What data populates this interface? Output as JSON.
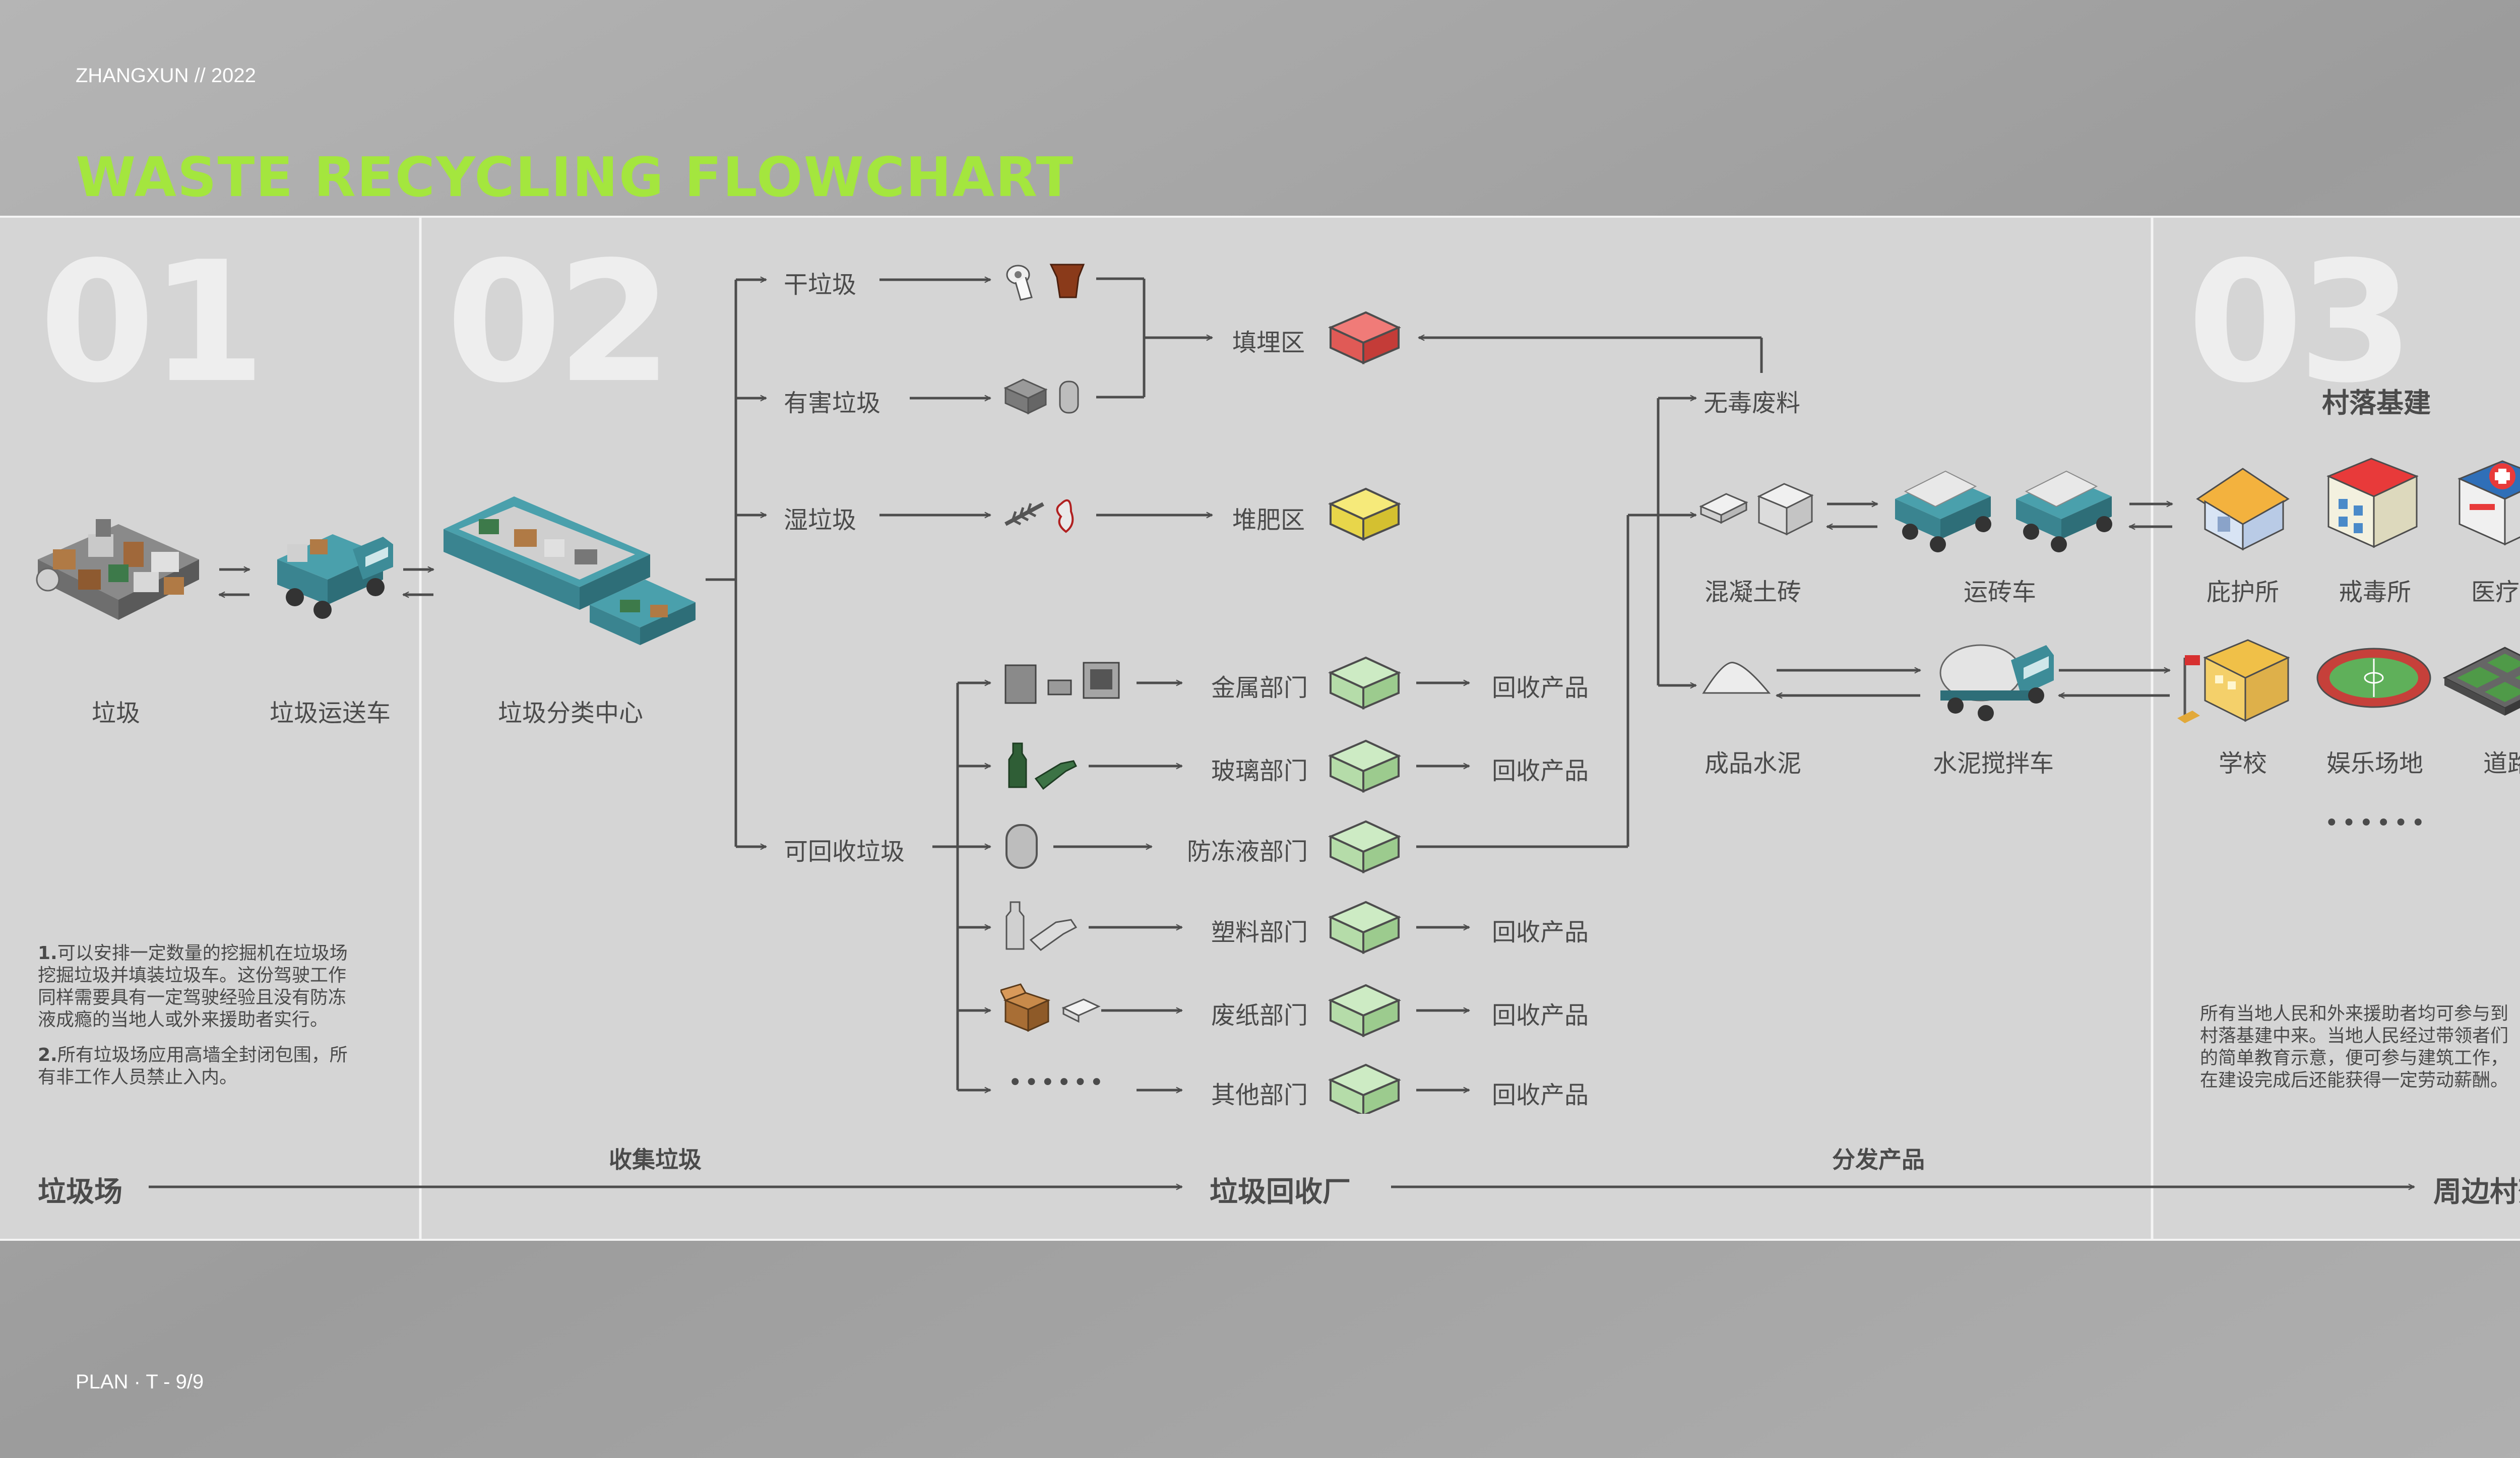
{
  "header": {
    "credit": "ZHANGXUN // 2022",
    "title": "WASTE RECYCLING FLOWCHART"
  },
  "footer": {
    "page": "PLAN · T - 9/9"
  },
  "colors": {
    "accent": "#a4e63e",
    "panel": "#d4d4d4",
    "line": "#4d4d4d",
    "teal": "#3d8c98"
  },
  "sections": {
    "s1": "01",
    "s2": "02",
    "s3": "03"
  },
  "stage1": {
    "garbage": "垃圾",
    "truck": "垃圾运送车",
    "center": "垃圾分类中心"
  },
  "categories": {
    "dry": "干垃圾",
    "hazardous": "有害垃圾",
    "wet": "湿垃圾",
    "recyclable": "可回收垃圾"
  },
  "zones": {
    "landfill": "填埋区",
    "compost": "堆肥区"
  },
  "departments": [
    {
      "name": "金属部门",
      "output": "回收产品"
    },
    {
      "name": "玻璃部门",
      "output": "回收产品"
    },
    {
      "name": "防冻液部门",
      "output": ""
    },
    {
      "name": "塑料部门",
      "output": "回收产品"
    },
    {
      "name": "废纸部门",
      "output": "回收产品"
    },
    {
      "name": "其他部门",
      "output": "回收产品"
    }
  ],
  "ellipsis": "••••••",
  "products": {
    "nontoxic": "无毒废料",
    "brick": "混凝土砖",
    "brick_truck": "运砖车",
    "cement": "成品水泥",
    "mixer": "水泥搅拌车"
  },
  "village": {
    "title": "村落基建",
    "buildings": [
      "庇护所",
      "戒毒所",
      "医疗所",
      "学校",
      "娱乐场地",
      "道路"
    ],
    "more": "••••••"
  },
  "notes": {
    "left1_num": "1.",
    "left1_lines": [
      "可以安排一定数量的挖掘机在垃圾场",
      "挖掘垃圾并填装垃圾车。这份驾驶工作",
      "同样需要具有一定驾驶经验且没有防冻",
      "液成瘾的当地人或外来援助者实行。"
    ],
    "left2_num": "2.",
    "left2_lines": [
      "所有垃圾场应用高墙全封闭包围，所",
      "有非工作人员禁止入内。"
    ],
    "right_lines": [
      "所有当地人民和外来援助者均可参与到",
      "村落基建中来。当地人民经过带领者们",
      "的简单教育示意，便可参与建筑工作，",
      "在建设完成后还能获得一定劳动薪酬。"
    ]
  },
  "timeline": {
    "start": "垃圾场",
    "collect": "收集垃圾",
    "mid": "垃圾回收厂",
    "distribute": "分发产品",
    "end": "周边村落"
  }
}
